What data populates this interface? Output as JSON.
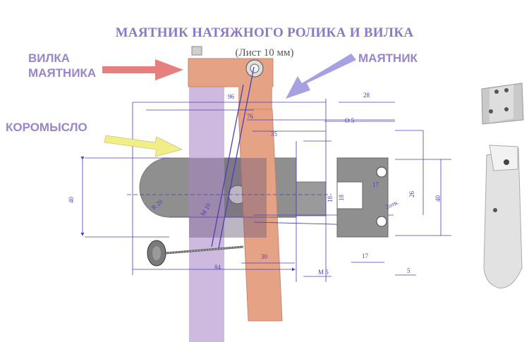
{
  "title": "МАЯТНИК НАТЯЖНОГО РОЛИКА И ВИЛКА",
  "subtitle": "(Лист 10 мм)",
  "callouts": {
    "fork": [
      "ВИЛКА",
      "МАЯТНИКА"
    ],
    "pendulum": "МАЯТНИК",
    "rocker": "КОРОМЫСЛО"
  },
  "dimensions": {
    "d96": "96",
    "d76": "76",
    "d35": "35",
    "d28": "28",
    "o5": "О 5",
    "d40_left": "40",
    "r20": "R 20",
    "m10": "М 10",
    "d18a": "18",
    "d18b": "18",
    "d17a": "17",
    "d26": "26",
    "holes": "2отв.",
    "d40_right": "40",
    "d30": "30",
    "d84": "84",
    "m5": "М 5",
    "d17b": "17",
    "d5": "5"
  },
  "colors": {
    "purple_strip": "#c9b2da",
    "orange_strip": "#e6a285",
    "grey_part": "#8f8f8f",
    "dim_lines": "#4b3fb8",
    "title": "#8a78c8",
    "arrow_red": "#e77f7f",
    "arrow_yellow": "#f1ee85"
  },
  "icons": [
    "bolt-icon",
    "knob-screw-icon",
    "roller-icon"
  ]
}
